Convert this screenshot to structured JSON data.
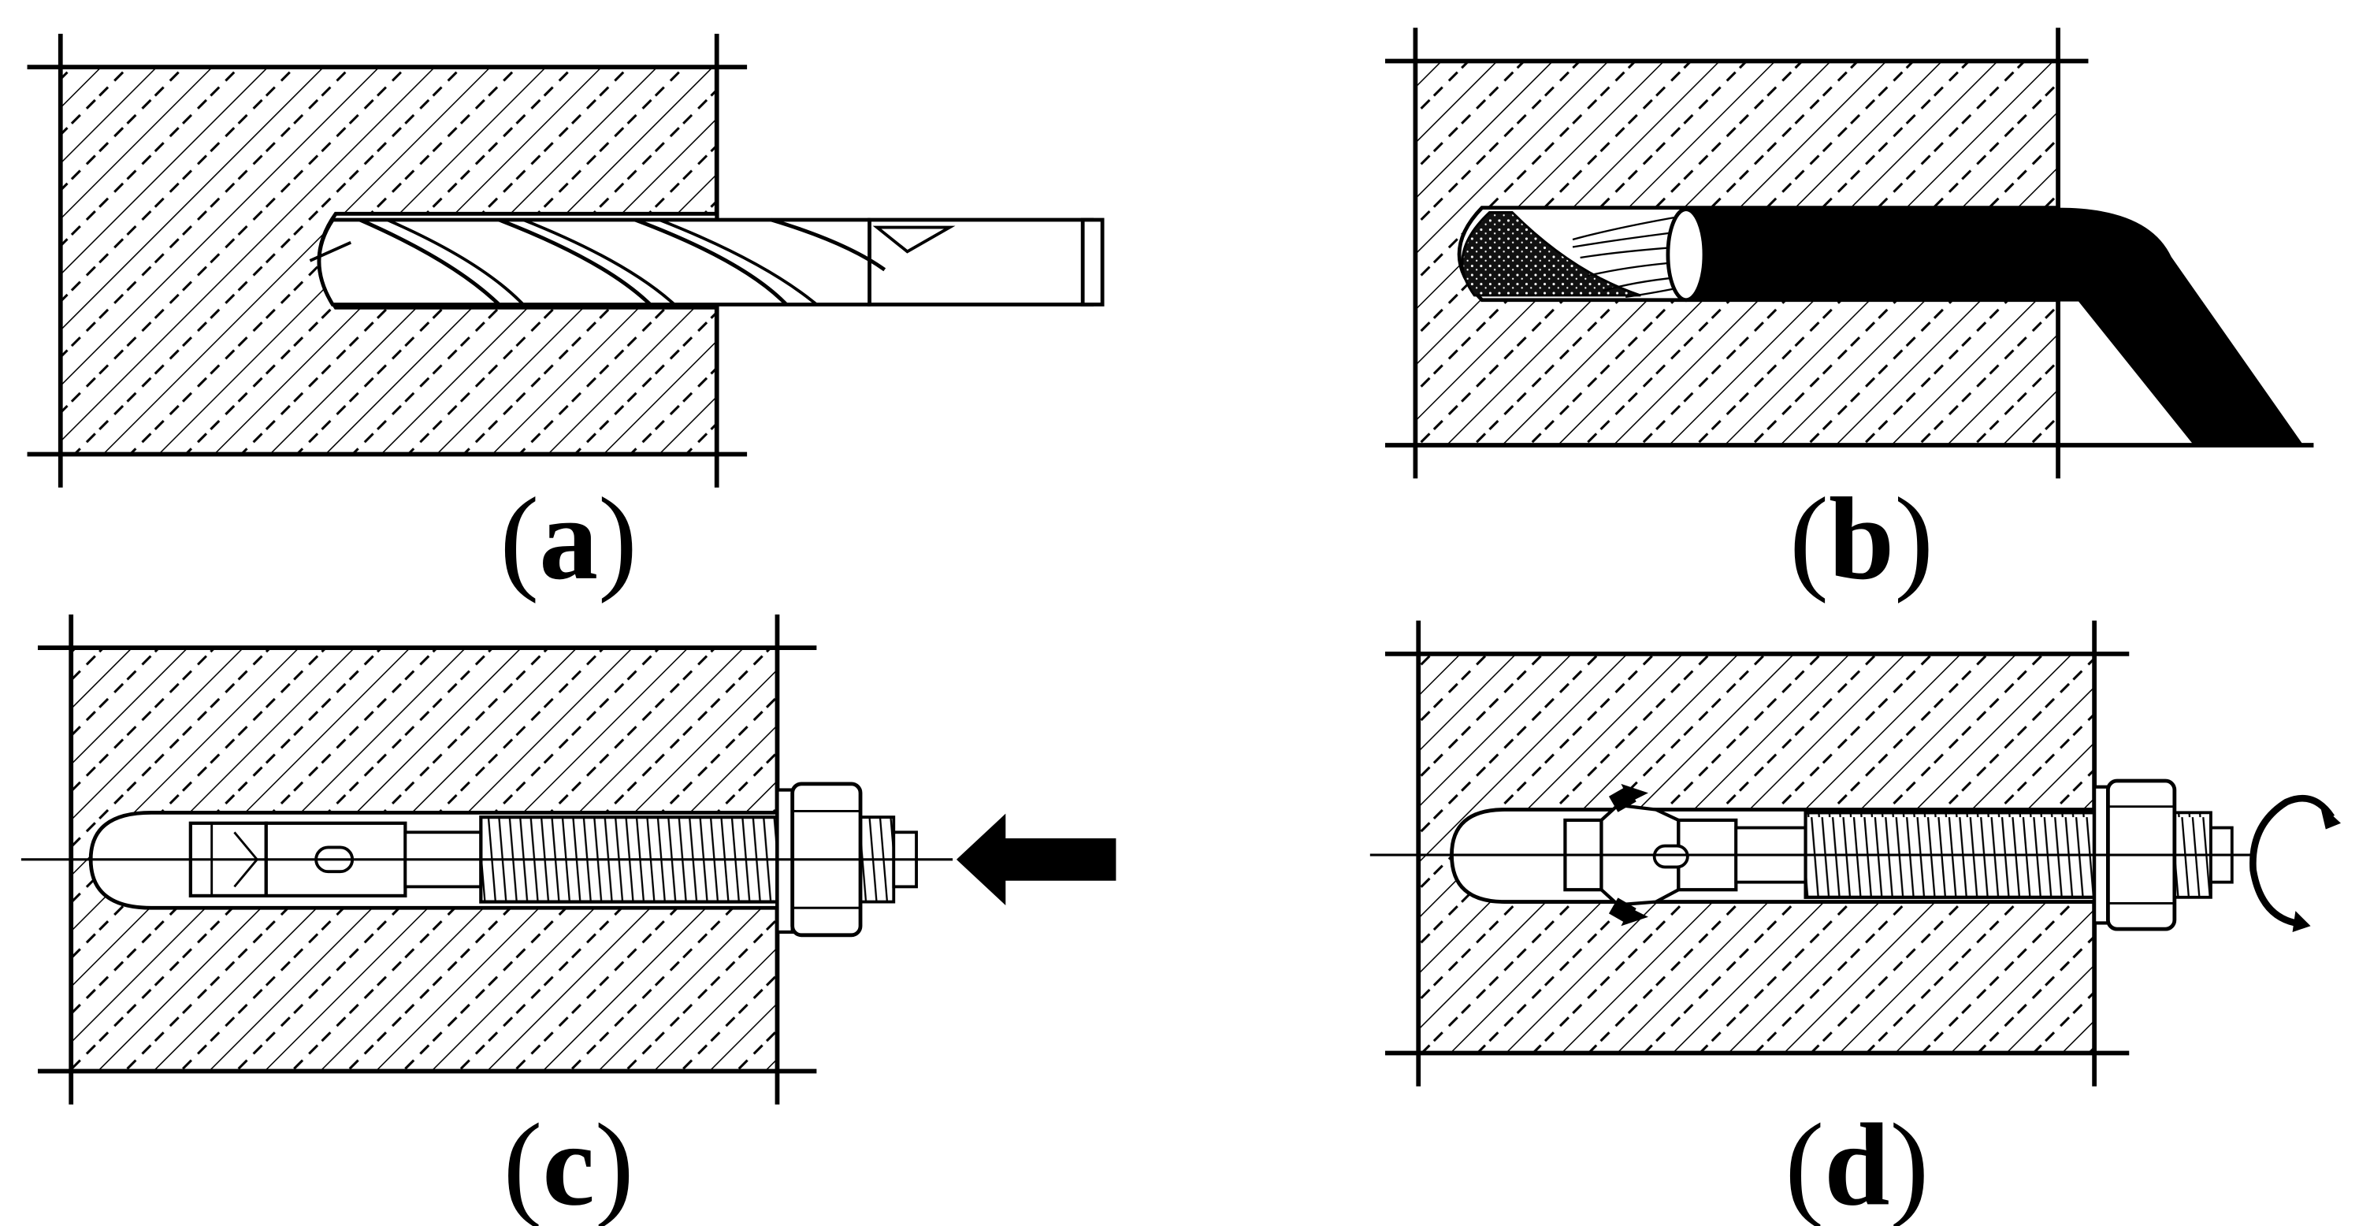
{
  "figure": {
    "colors": {
      "ink": "#000000",
      "paper": "#ffffff"
    },
    "panels": [
      {
        "id": "a",
        "caption": {
          "open": "(",
          "letter": "a",
          "close": ")"
        },
        "depicts": "drill-bit-in-hole"
      },
      {
        "id": "b",
        "caption": {
          "open": "(",
          "letter": "b",
          "close": ")"
        },
        "depicts": "cleaning-brush-in-hole"
      },
      {
        "id": "c",
        "caption": {
          "open": "(",
          "letter": "c",
          "close": ")"
        },
        "depicts": "anchor-insertion-push-arrow"
      },
      {
        "id": "d",
        "caption": {
          "open": "(",
          "letter": "d",
          "close": ")"
        },
        "depicts": "anchor-torque-expansion"
      }
    ]
  }
}
